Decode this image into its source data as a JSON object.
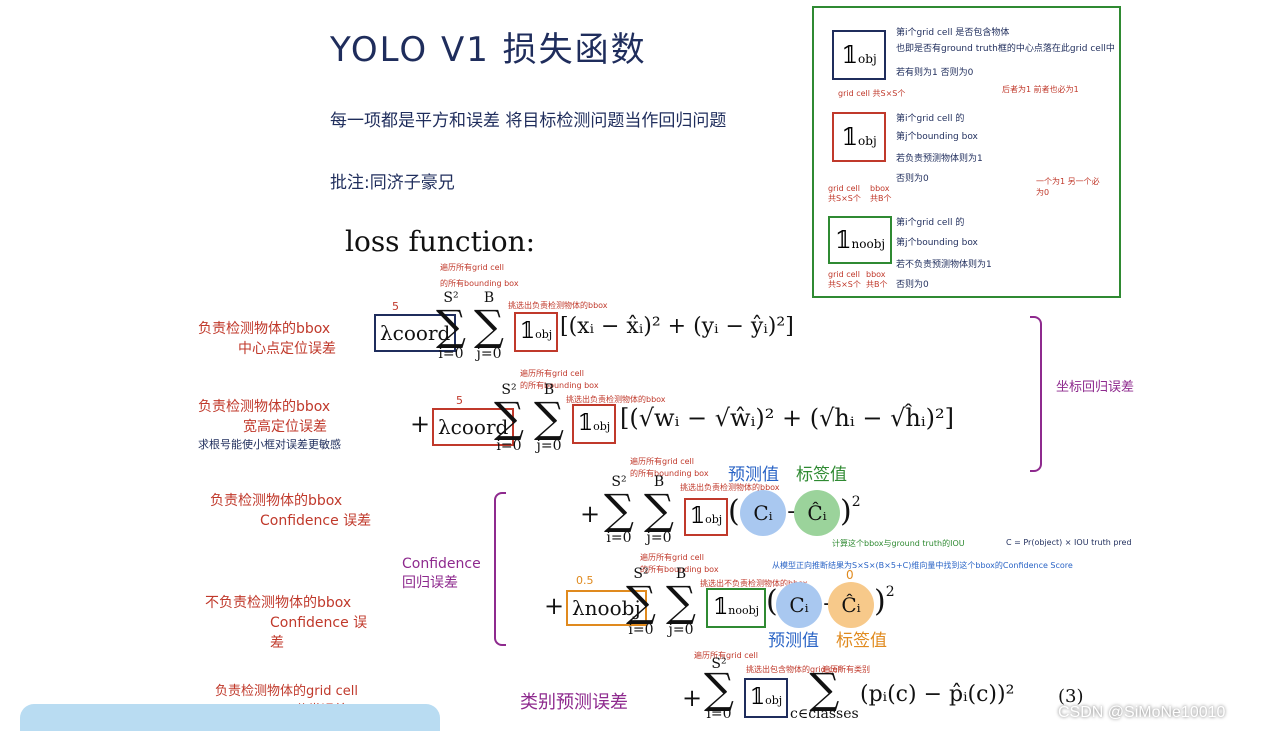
{
  "title": "YOLO V1 损失函数",
  "subtitle1": "每一项都是平方和误差  将目标检测问题当作回归问题",
  "subtitle2": "批注:同济子豪兄",
  "loss_function_label": "loss function:",
  "legend": {
    "obj_i_line1": "第i个grid cell 是否包含物体",
    "obj_i_line2": "也即是否有ground truth框的中心点落在此grid cell中",
    "obj_i_line3": "若有则为1 否则为0",
    "obj_i_footnote": "grid cell 共S×S个",
    "obj_i_side": "后者为1 前者也必为1",
    "obj_ij_line1": "第i个grid cell 的",
    "obj_ij_line2": "第j个bounding box",
    "obj_ij_line3": "若负责预测物体则为1",
    "obj_ij_line4": "否则为0",
    "obj_ij_foot_a": "grid cell 共S×S个",
    "obj_ij_foot_b": "bbox 共B个",
    "noobj_side": "一个为1 另一个必为0",
    "noobj_line1": "第i个grid cell 的",
    "noobj_line2": "第j个bounding box",
    "noobj_line3": "若不负责预测物体则为1",
    "noobj_line4": "否则为0",
    "noobj_foot_a": "grid cell 共S×S个",
    "noobj_foot_b": "bbox 共B个"
  },
  "left_notes": {
    "n1a": "负责检测物体的bbox",
    "n1b": "中心点定位误差",
    "n2a": "负责检测物体的bbox",
    "n2b": "宽高定位误差",
    "n2c": "求根号能使小框对误差更敏感",
    "n3a": "负责检测物体的bbox",
    "n3b": "Confidence 误差",
    "n4a": "不负责检测物体的bbox",
    "n4b": "Confidence 误差",
    "n5a": "负责检测物体的grid cell",
    "n5b": "分类误差",
    "conf_group": "Confidence 回归误差",
    "coord_group": "坐标回归误差",
    "class_group": "类别预测误差"
  },
  "terms": {
    "lambda_coord": "λcoord",
    "lambda_noobj": "λnoobj",
    "five": "5",
    "half": "0.5",
    "zero": "0",
    "S2": "S²",
    "B": "B",
    "i0": "i=0",
    "j0": "j=0",
    "classes": "c∈classes",
    "term1": "[(xᵢ − x̂ᵢ)² + (yᵢ − ŷᵢ)²]",
    "term2": "[(√wᵢ − √ŵᵢ)² + (√hᵢ − √ĥᵢ)²]",
    "term5": "(pᵢ(c) − p̂ᵢ(c))²",
    "eq_num": "(3)",
    "Ci": "Cᵢ",
    "Cihat": "Ĉᵢ",
    "pred": "预测值",
    "label": "标签值",
    "annot_all_cells": "遍历所有grid cell",
    "annot_all_bbox": "的所有bounding box",
    "annot_pick": "挑选出负责检测物体的bbox",
    "annot_pick_no": "挑选出不负责检测物体的bbox",
    "annot_pick_cell": "挑选出包含物体的grid cell",
    "annot_all_class": "遍历所有类别",
    "iou_note": "计算这个bbox与ground truth的IOU",
    "conf_formula": "C = Pr(object) × IOU truth pred",
    "vec_note": "从模型正向推断结果为S×S×(B×5+C)维向量中找到这个bbox的Confidence Score"
  },
  "watermark": "CSDN @SiMoNe10010",
  "colors": {
    "red": "#c0392b",
    "green": "#2f8a32",
    "navy": "#1f2d5c",
    "purple": "#8e2a8e",
    "blue": "#2a64c6",
    "orange": "#e08a1e"
  }
}
